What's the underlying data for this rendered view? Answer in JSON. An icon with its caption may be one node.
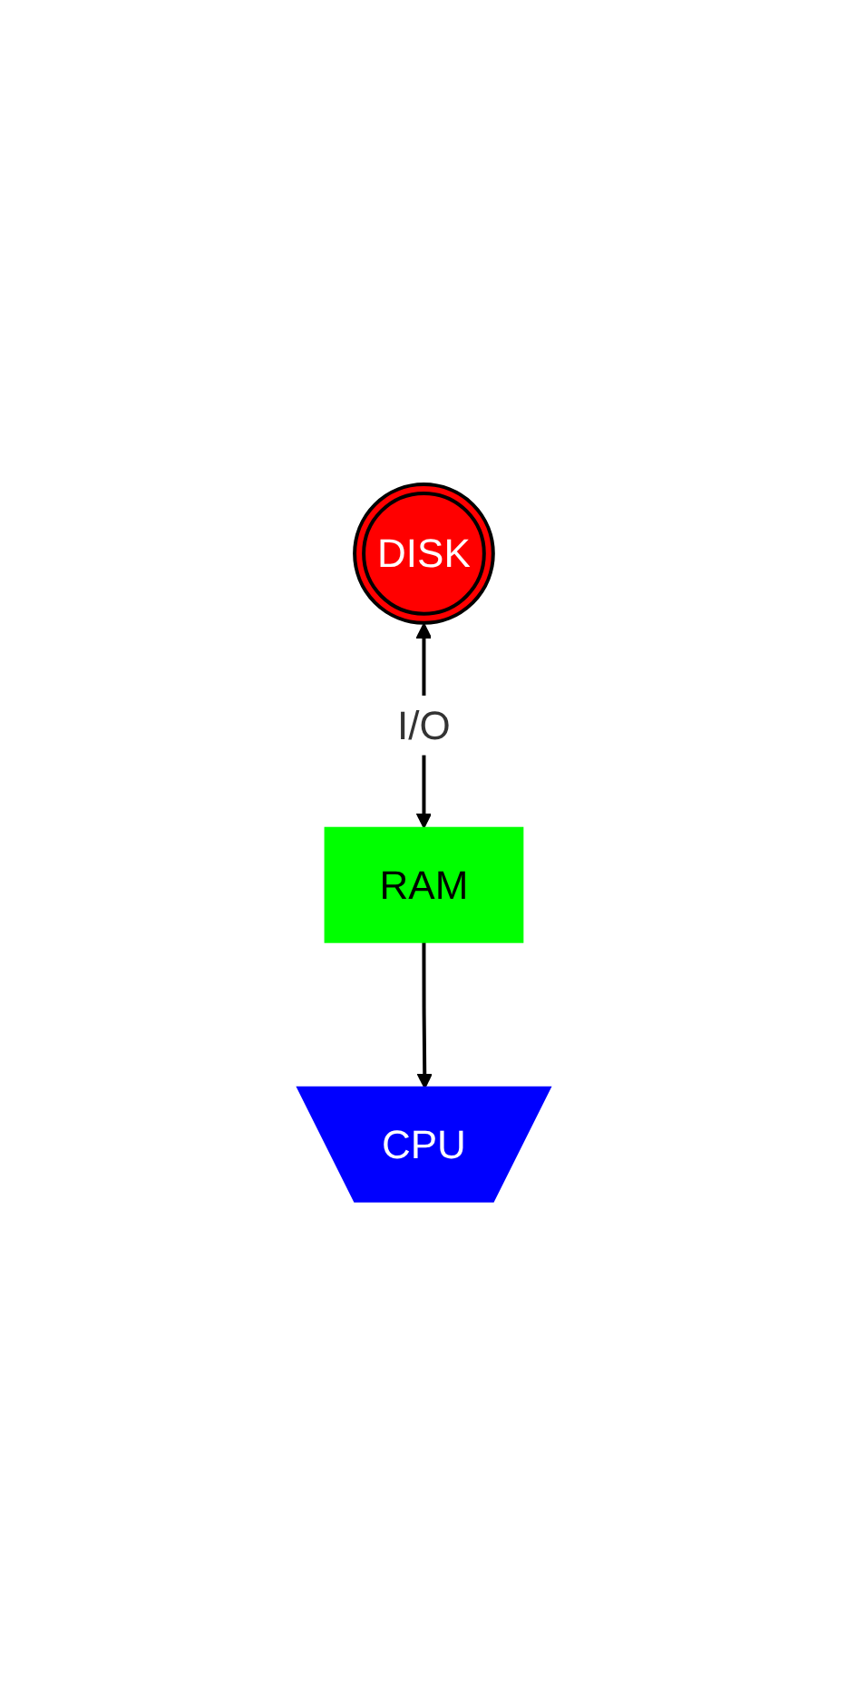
{
  "diagram": {
    "nodes": [
      {
        "text": [
          "DISK"
        ]
      },
      {
        "text": [
          "RAM"
        ]
      },
      {
        "text": [
          "CPU"
        ]
      }
    ],
    "edges": [
      {
        "from": 0,
        "to": 1,
        "arrow": "both",
        "label": "I/O"
      },
      {
        "from": 1,
        "to": 2,
        "arrow": "to"
      }
    ]
  }
}
